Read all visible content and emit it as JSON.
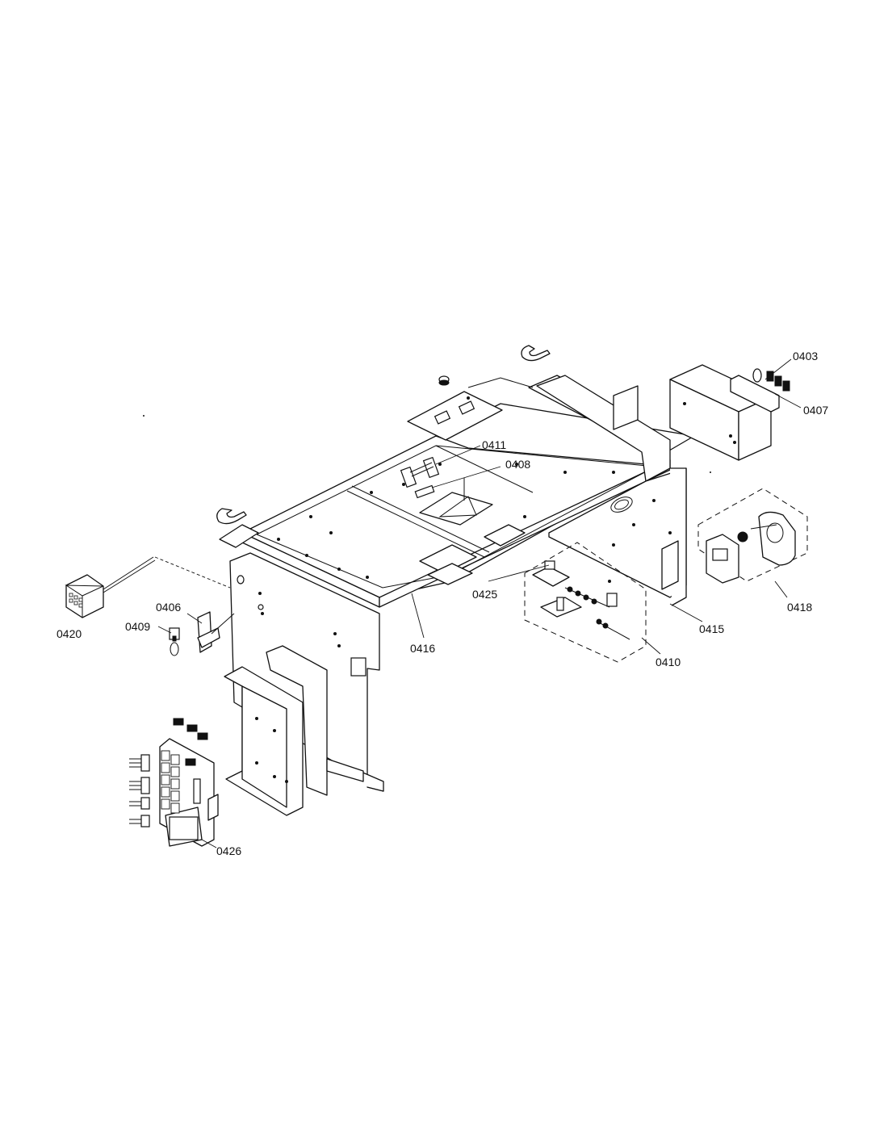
{
  "diagram": {
    "callouts": [
      {
        "id": "0403",
        "text": "0403"
      },
      {
        "id": "0407",
        "text": "0407"
      },
      {
        "id": "0411",
        "text": "0411"
      },
      {
        "id": "0408",
        "text": "0408"
      },
      {
        "id": "0406",
        "text": "0406"
      },
      {
        "id": "0409",
        "text": "0409"
      },
      {
        "id": "0420",
        "text": "0420"
      },
      {
        "id": "0425",
        "text": "0425"
      },
      {
        "id": "0416",
        "text": "0416"
      },
      {
        "id": "0415",
        "text": "0415"
      },
      {
        "id": "0418",
        "text": "0418"
      },
      {
        "id": "0410",
        "text": "0410"
      },
      {
        "id": "0426",
        "text": "0426"
      }
    ]
  }
}
